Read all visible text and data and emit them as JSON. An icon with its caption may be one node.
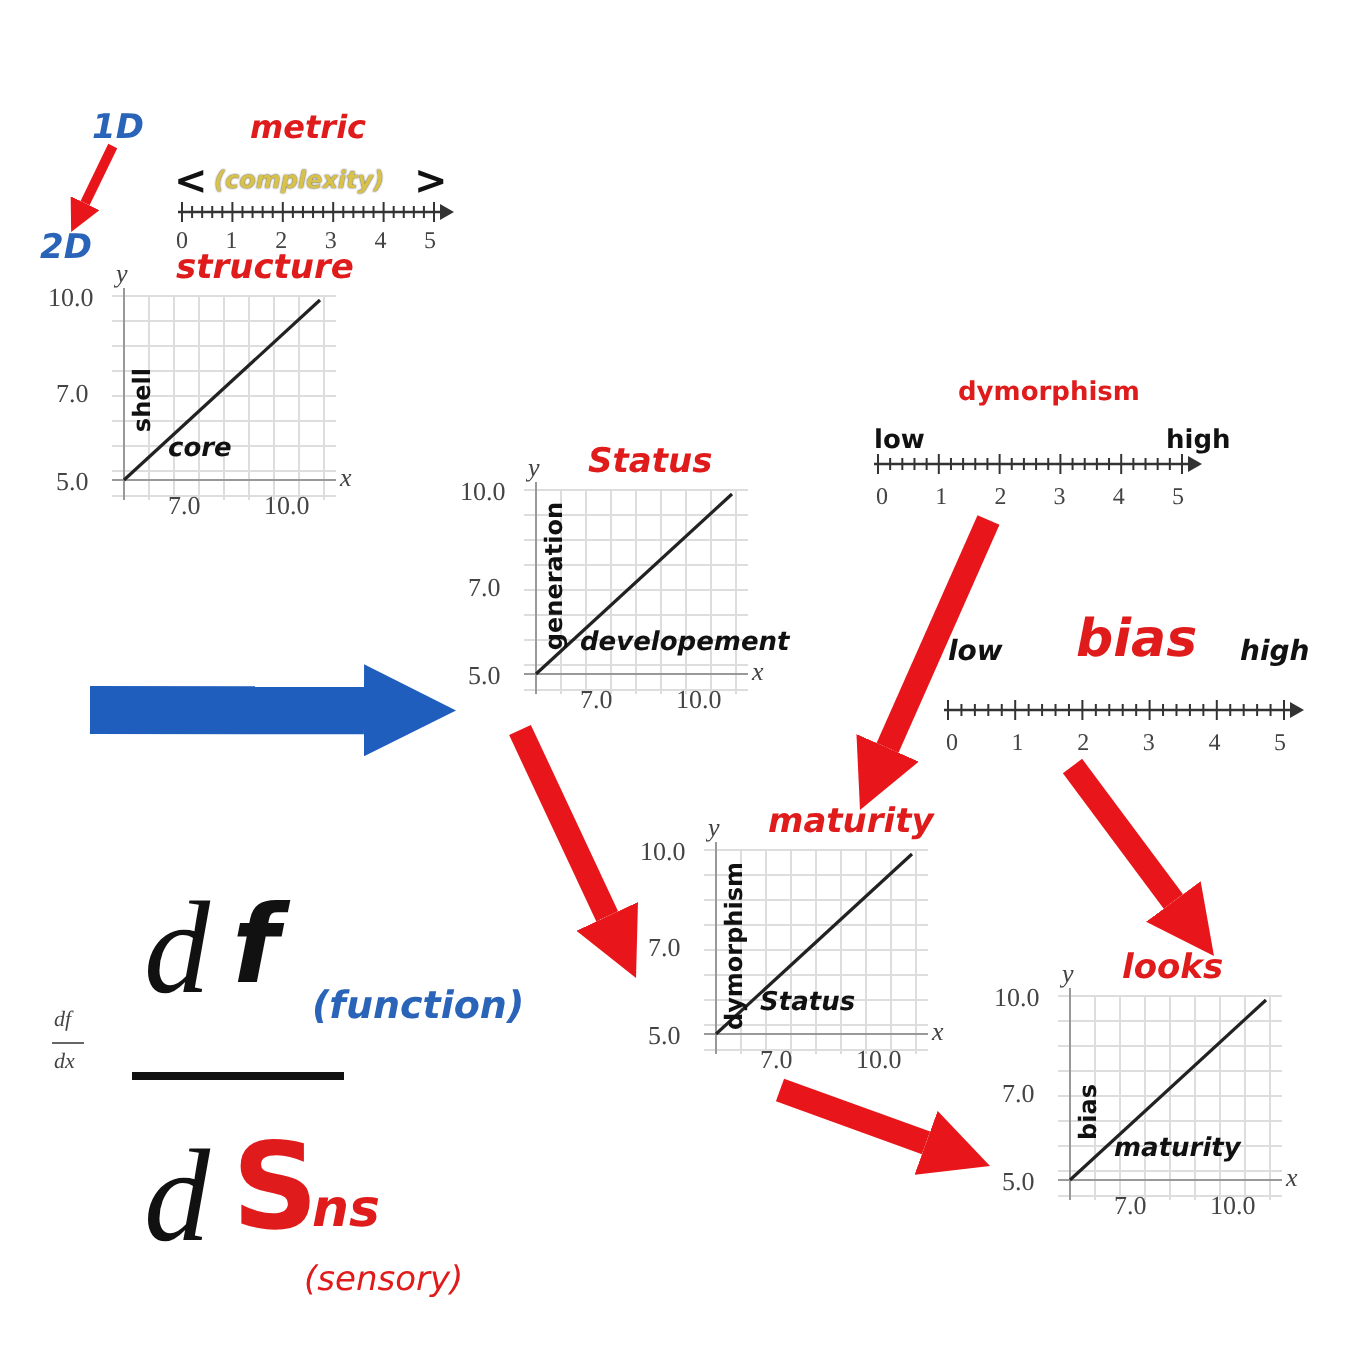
{
  "diagram": {
    "nodes": [
      {
        "text": [
          "1D"
        ]
      },
      {
        "text": [
          "2D"
        ]
      },
      {
        "text": [
          "metric",
          "<",
          "(complexity)",
          ">",
          "0",
          "1",
          "2",
          "3",
          "4",
          "5"
        ]
      },
      {
        "text": [
          "structure",
          "y",
          "10.0",
          "7.0",
          "5.0",
          "shell",
          "core",
          "x",
          "7.0",
          "10.0"
        ]
      },
      {
        "text": [
          "Status",
          "y",
          "10.0",
          "7.0",
          "5.0",
          "generation",
          "developement",
          "x",
          "7.0",
          "10.0"
        ]
      },
      {
        "text": [
          "dymorphism",
          "low",
          "high",
          "0",
          "1",
          "2",
          "3",
          "4",
          "5"
        ]
      },
      {
        "text": [
          "low",
          "bias",
          "high",
          "0",
          "1",
          "2",
          "3",
          "4",
          "5"
        ]
      },
      {
        "text": [
          "maturity",
          "y",
          "10.0",
          "7.0",
          "5.0",
          "dymorphism",
          "Status",
          "x",
          "7.0",
          "10.0"
        ]
      },
      {
        "text": [
          "looks",
          "y",
          "10.0",
          "7.0",
          "5.0",
          "bias",
          "maturity",
          "x",
          "7.0",
          "10.0"
        ]
      },
      {
        "text": [
          "d",
          "f",
          "(function)",
          "d",
          "S",
          "ns",
          "(sensory)"
        ]
      }
    ],
    "edges": [
      {
        "from": 0,
        "to": 1,
        "arrow": "to"
      },
      {
        "from": null,
        "to": 4,
        "arrow": "to",
        "style": "thick",
        "color": "#1f5ebc"
      },
      {
        "from": 4,
        "to": 7,
        "arrow": "to"
      },
      {
        "from": 5,
        "to": 7,
        "arrow": "to"
      },
      {
        "from": 6,
        "to": 8,
        "arrow": "to"
      },
      {
        "from": 7,
        "to": 8,
        "arrow": "to"
      }
    ],
    "labels": [
      "df",
      "dx"
    ]
  }
}
